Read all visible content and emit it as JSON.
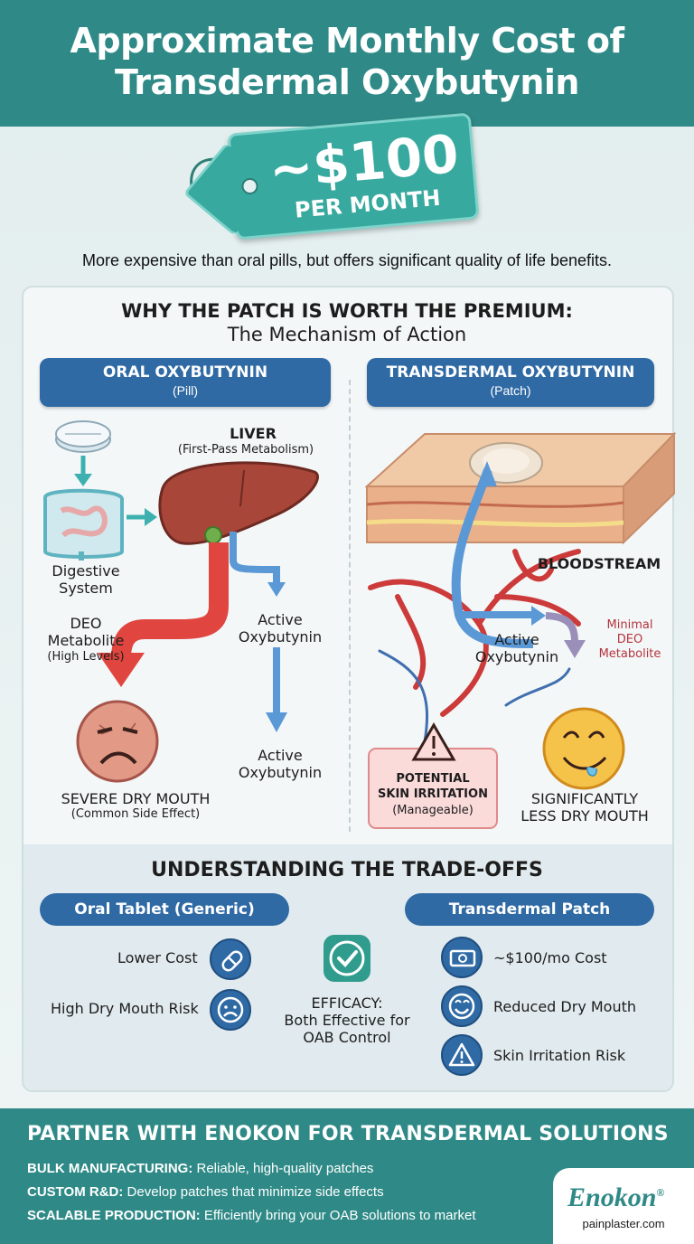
{
  "header": {
    "title_line1": "Approximate Monthly Cost of",
    "title_line2": "Transdermal Oxybutynin"
  },
  "price_tag": {
    "price": "~$100",
    "per": "PER MONTH"
  },
  "subline": "More expensive than oral pills, but offers significant quality of life benefits.",
  "mechanism": {
    "title": "WHY THE PATCH IS WORTH THE PREMIUM:",
    "subtitle": "The Mechanism of Action",
    "oral": {
      "head_title": "ORAL OXYBUTYNIN",
      "head_sub": "(Pill)",
      "liver": "LIVER",
      "liver_sub": "(First-Pass Metabolism)",
      "digestive_1": "Digestive",
      "digestive_2": "System",
      "deo_1": "DEO",
      "deo_2": "Metabolite",
      "deo_3": "(High Levels)",
      "active1_1": "Active",
      "active1_2": "Oxybutynin",
      "active2_1": "Active",
      "active2_2": "Oxybutynin",
      "dry": "SEVERE DRY MOUTH",
      "dry_sub": "(Common Side Effect)"
    },
    "patch": {
      "head_title": "TRANSDERMAL OXYBUTYNIN",
      "head_sub": "(Patch)",
      "bloodstream": "BLOODSTREAM",
      "active_1": "Active",
      "active_2": "Oxybutynin",
      "minimal_1": "Minimal",
      "minimal_2": "DEO",
      "minimal_3": "Metabolite",
      "irritation_1": "POTENTIAL",
      "irritation_2": "SKIN IRRITATION",
      "irritation_3": "(Manageable)",
      "less_1": "SIGNIFICANTLY",
      "less_2": "LESS DRY MOUTH"
    }
  },
  "tradeoffs": {
    "title": "UNDERSTANDING THE TRADE-OFFS",
    "oral_head": "Oral Tablet (Generic)",
    "patch_head": "Transdermal Patch",
    "oral_items": [
      {
        "label": "Lower Cost",
        "icon": "pill-icon"
      },
      {
        "label": "High Dry Mouth Risk",
        "icon": "sad-face-icon"
      }
    ],
    "efficacy_1": "EFFICACY:",
    "efficacy_2": "Both Effective for",
    "efficacy_3": "OAB Control",
    "patch_items": [
      {
        "label": "~$100/mo Cost",
        "icon": "money-icon"
      },
      {
        "label": "Reduced Dry Mouth",
        "icon": "smile-icon"
      },
      {
        "label": "Skin Irritation Risk",
        "icon": "warning-icon"
      }
    ]
  },
  "footer": {
    "title": "PARTNER WITH ENOKON FOR TRANSDERMAL SOLUTIONS",
    "rows": [
      {
        "bold": "BULK MANUFACTURING:",
        "text": " Reliable, high-quality patches"
      },
      {
        "bold": "CUSTOM R&D:",
        "text": " Develop patches that minimize side effects"
      },
      {
        "bold": "SCALABLE PRODUCTION:",
        "text": " Efficiently bring your OAB solutions to market"
      }
    ],
    "logo": "Enokon",
    "logo_mark": "®",
    "url": "painplaster.com"
  },
  "colors": {
    "teal": "#2f8a87",
    "blue": "#2f6aa5",
    "red": "#d9413f",
    "arrow_blue": "#4a8fd0"
  }
}
